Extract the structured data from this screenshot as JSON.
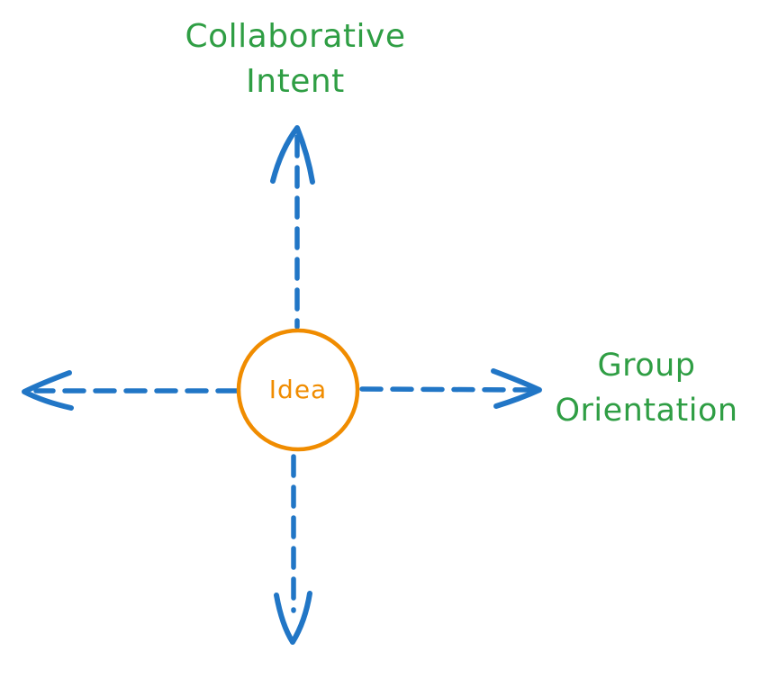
{
  "diagram": {
    "center": {
      "label": "Idea"
    },
    "axis_labels": {
      "top": "Collaborative\nIntent",
      "right": "Group\nOrientation"
    },
    "arrows": [
      {
        "name": "up-arrow",
        "direction": "up"
      },
      {
        "name": "down-arrow",
        "direction": "down"
      },
      {
        "name": "left-arrow",
        "direction": "left"
      },
      {
        "name": "right-arrow",
        "direction": "right"
      }
    ],
    "colors": {
      "arrow_blue": "#2176c6",
      "label_green": "#2f9e44",
      "circle_orange": "#f08c00",
      "circle_fill": "#ffffff",
      "background": "#ffffff"
    }
  }
}
